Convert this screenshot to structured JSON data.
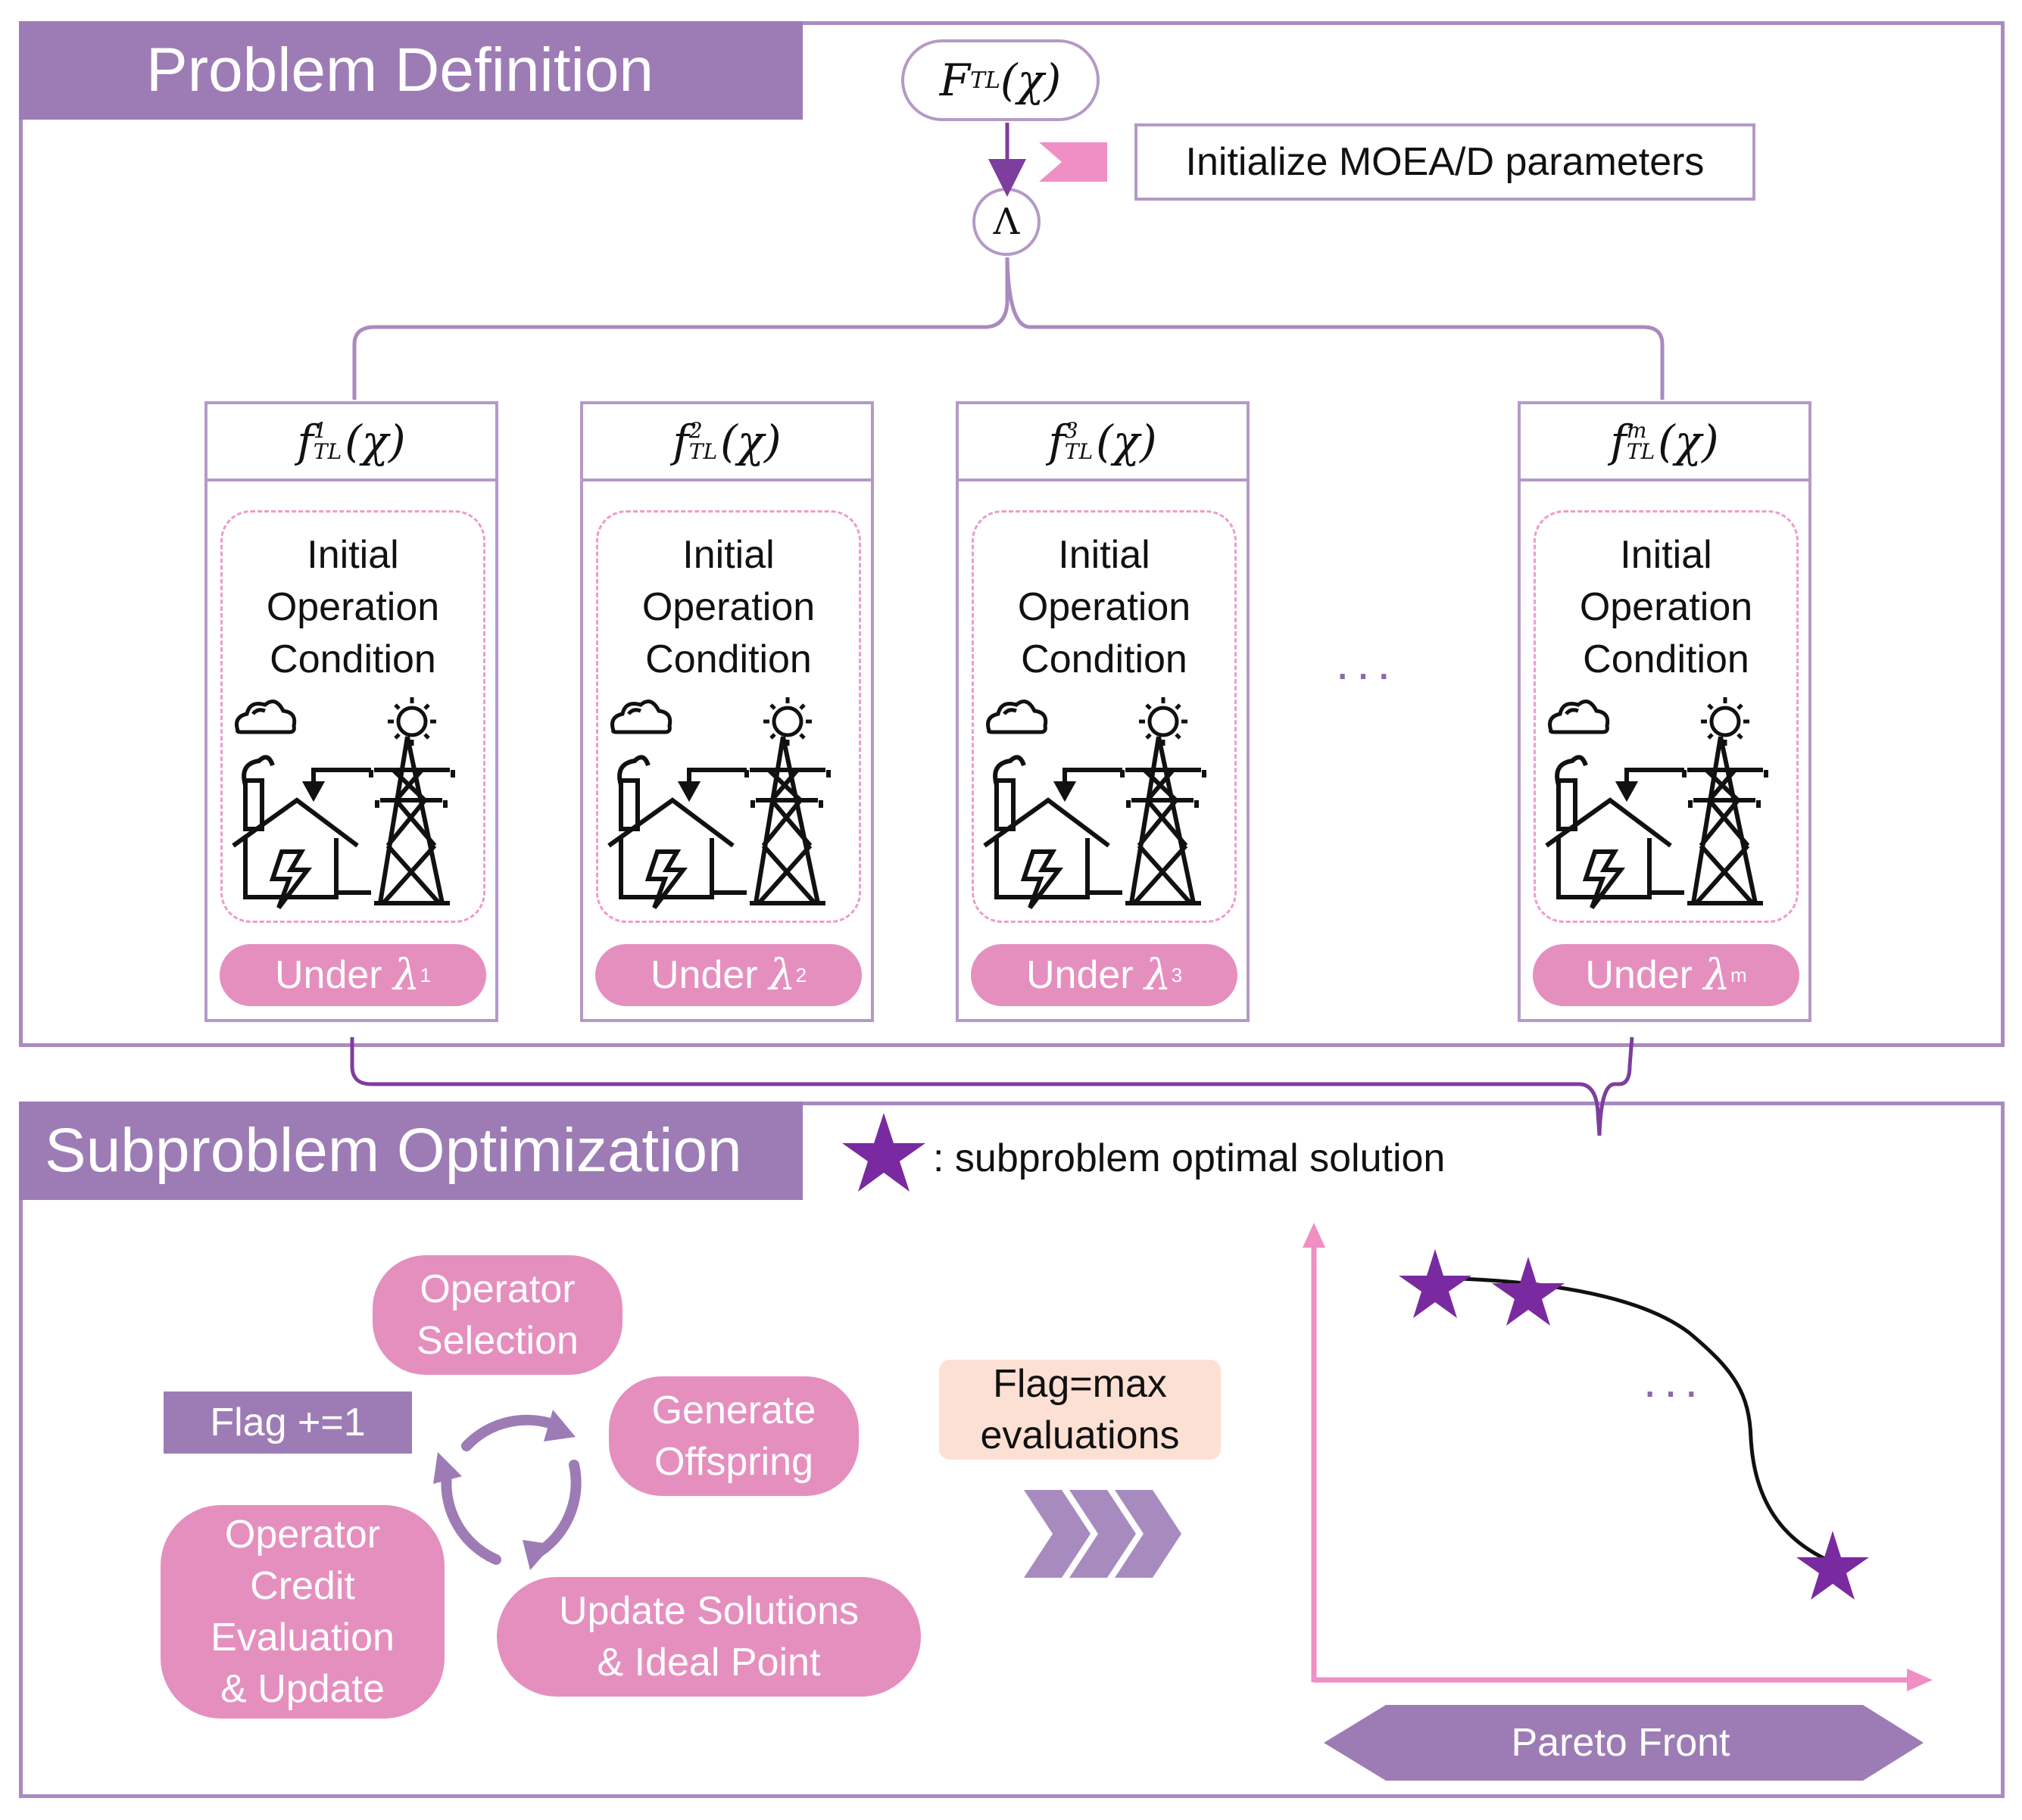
{
  "sections": {
    "problem_definition": "Problem Definition",
    "subproblem_optimization": "Subproblem Optimization"
  },
  "top_node": {
    "main": "F",
    "sub": "TL",
    "arg": "(χ)"
  },
  "init_params": "Initialize MOEA/D parameters",
  "lambda_node": "Λ",
  "subproblems": [
    {
      "main": "f",
      "sup": "1",
      "sub": "TL",
      "arg": "(χ)",
      "condition": [
        "Initial",
        "Operation",
        "Condition"
      ],
      "under": "Under",
      "lam": "λ",
      "lam_sup": "1"
    },
    {
      "main": "f",
      "sup": "2",
      "sub": "TL",
      "arg": "(χ)",
      "condition": [
        "Initial",
        "Operation",
        "Condition"
      ],
      "under": "Under",
      "lam": "λ",
      "lam_sup": "2"
    },
    {
      "main": "f",
      "sup": "3",
      "sub": "TL",
      "arg": "(χ)",
      "condition": [
        "Initial",
        "Operation",
        "Condition"
      ],
      "under": "Under",
      "lam": "λ",
      "lam_sup": "3"
    },
    {
      "main": "f",
      "sup": "m",
      "sub": "TL",
      "arg": "(χ)",
      "condition": [
        "Initial",
        "Operation",
        "Condition"
      ],
      "under": "Under",
      "lam": "λ",
      "lam_sup": "m"
    }
  ],
  "ellipsis": "···",
  "legend": ": subproblem optimal solution",
  "cycle": {
    "operator_selection": [
      "Operator",
      "Selection"
    ],
    "generate_offspring": [
      "Generate",
      "Offspring"
    ],
    "update_solutions": [
      "Update Solutions",
      "& Ideal Point"
    ],
    "operator_credit": [
      "Operator",
      "Credit",
      "Evaluation",
      "& Update"
    ],
    "flag": "Flag +=1"
  },
  "flag_max": [
    "Flag=max",
    "evaluations"
  ],
  "pareto_label": "Pareto Front",
  "pareto_ellipsis": "···",
  "colors": {
    "purple": "#9d7cb5",
    "pink": "#e58fbf",
    "frame": "#a98bc0",
    "star": "#7a2aa0"
  },
  "icons": [
    "cloud-icon",
    "sun-icon",
    "power-plant-icon",
    "transmission-tower-icon"
  ]
}
